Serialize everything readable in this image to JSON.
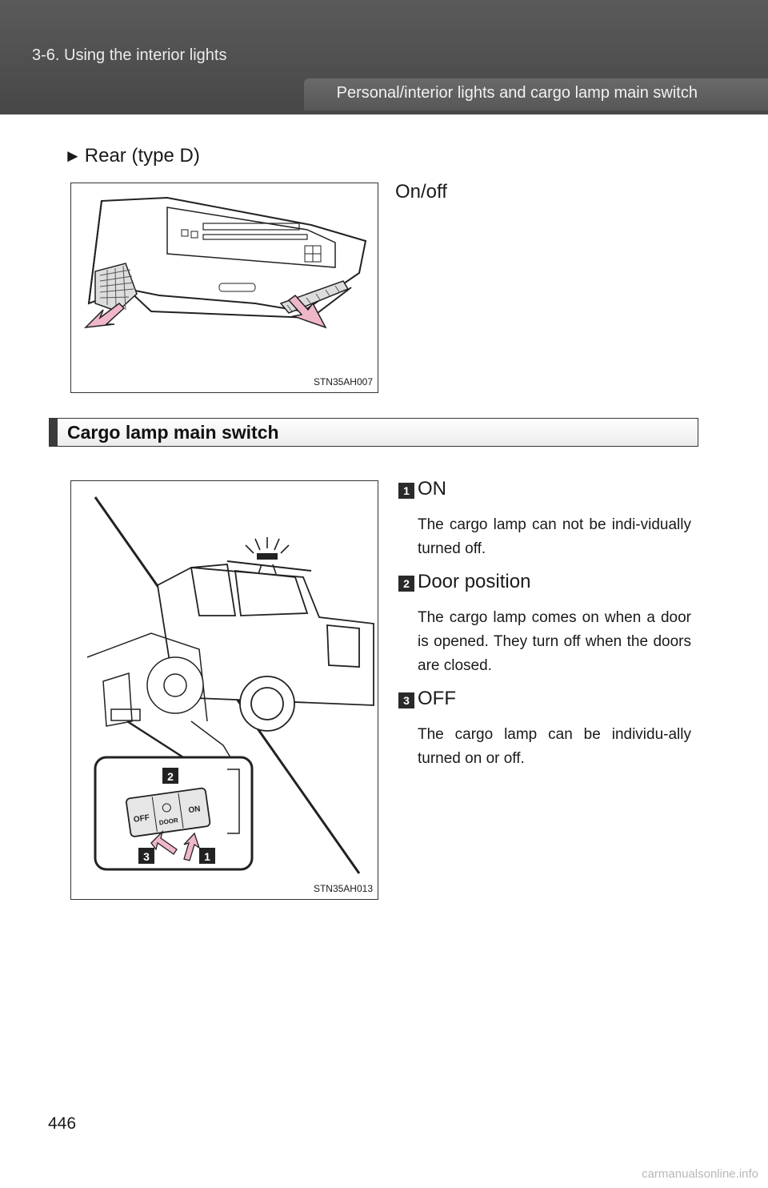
{
  "header": {
    "section": "3-6. Using the interior lights",
    "subtitle": "Personal/interior lights and cargo lamp main switch"
  },
  "rear_type_d": {
    "heading": "Rear (type D)",
    "figure_code": "STN35AH007",
    "caption": "On/off"
  },
  "cargo_section": {
    "title": "Cargo lamp main switch",
    "figure_code": "STN35AH013",
    "switch_labels": {
      "off": "OFF",
      "door": "DOOR",
      "on": "ON"
    },
    "callouts": [
      "2",
      "3",
      "1"
    ],
    "items": [
      {
        "number": "1",
        "title": "ON",
        "description": "The cargo lamp can not be indi-vidually turned off."
      },
      {
        "number": "2",
        "title": "Door position",
        "description": "The cargo lamp comes on when a door is opened. They turn off when the doors are closed."
      },
      {
        "number": "3",
        "title": "OFF",
        "description": "The cargo lamp can be individu-ally turned on or off."
      }
    ]
  },
  "page_number": "446",
  "watermark": "carmanualsonline.info",
  "colors": {
    "header_bg": "#4e4e4e",
    "arrow_fill": "#f0b7c9",
    "arrow_stroke": "#222222"
  }
}
